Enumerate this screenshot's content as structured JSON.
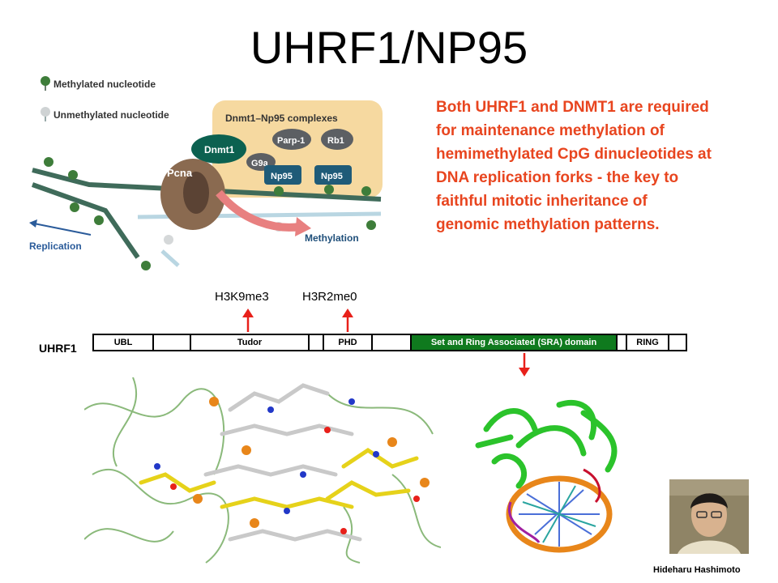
{
  "title": "UHRF1/NP95",
  "description_lines": [
    "Both UHRF1 and DNMT1 are required",
    "for maintenance methylation of",
    "hemimethylated CpG dinucleotides at",
    "DNA replication forks - the key to",
    "faithful mitotic inheritance of",
    "genomic methylation patterns."
  ],
  "legend": {
    "methylated": "Methylated nucleotide",
    "unmethylated": "Unmethylated nucleotide"
  },
  "schematic": {
    "complex_label": "Dnmt1–Np95 complexes",
    "pcna": "Pcna",
    "dnmt1": "Dnmt1",
    "g9a": "G9a",
    "parp1": "Parp-1",
    "rb1": "Rb1",
    "np95_a": "Np95",
    "np95_b": "Np95",
    "replication": "Replication",
    "methylation": "Methylation"
  },
  "domain_map": {
    "protein": "UHRF1",
    "marks": [
      "H3K9me3",
      "H3R2me0"
    ],
    "segments": [
      "UBL",
      "",
      "Tudor",
      "",
      "PHD",
      "",
      "Set and Ring Associated (SRA) domain",
      "",
      "RING",
      ""
    ]
  },
  "author": "Hideharu Hashimoto",
  "colors": {
    "description": "#e8451f",
    "sra_domain": "#0f7a1e",
    "arrow": "#e8201a",
    "dna_strand": "#3f6b5a",
    "dnmt1": "#0c6150",
    "complex_bg": "#f6d9a0"
  }
}
